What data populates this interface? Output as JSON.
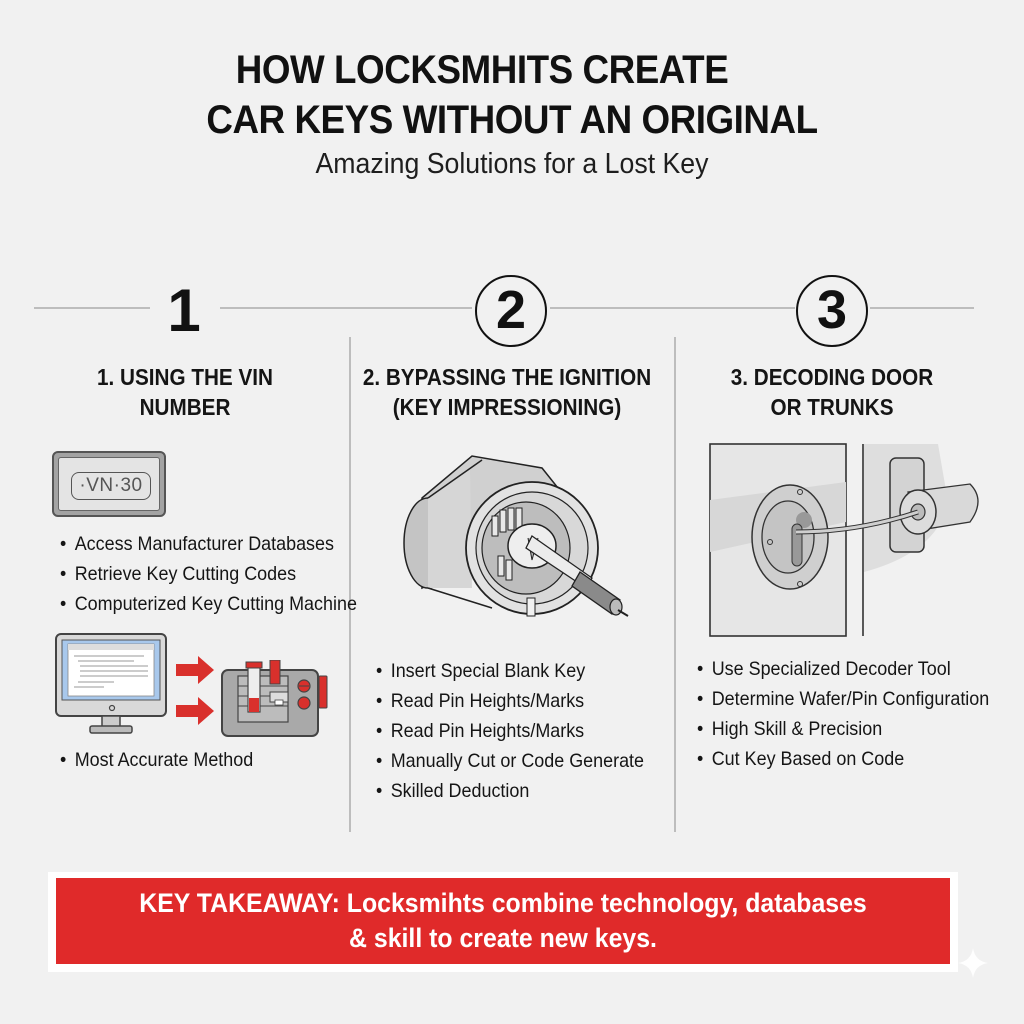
{
  "header": {
    "title_line1": "HOW LOCKSMHITS CREATE",
    "title_line2": "CAR KEYS WITHOUT AN ORIGINAL",
    "subtitle": "Amazing Solutions for a Lost Key"
  },
  "steps": [
    {
      "number": "1",
      "heading_line1": "1. USING THE VIN",
      "heading_line2": "NUMBER",
      "vin_plate_text": "·VN·30",
      "bullets": [
        "Access Manufacturer Databases",
        "Retrieve Key Cutting Codes",
        "Computerized Key Cutting Machine"
      ],
      "bullets_after_illustration": [
        "Most Accurate Method"
      ],
      "icons": [
        "vin-plate-icon",
        "computer-monitor-icon",
        "arrow-right-icon",
        "key-cutting-machine-icon"
      ]
    },
    {
      "number": "2",
      "heading_line1": "2. BYPASSING THE IGNITION",
      "heading_line2": "(KEY IMPRESSIONING)",
      "bullets": [
        "Insert Special Blank Key",
        "Read Pin Heights/Marks",
        "Read Pin Heights/Marks",
        "Manually Cut or Code Generate",
        "Skilled Deduction"
      ],
      "icons": [
        "ignition-cylinder-icon"
      ]
    },
    {
      "number": "3",
      "heading_line1": "3. DECODING DOOR",
      "heading_line2": "OR TRUNKS",
      "bullets": [
        "Use Specialized Decoder Tool",
        "Determine Wafer/Pin Configuration",
        "High Skill & Precision",
        "Cut Key Based on Code"
      ],
      "icons": [
        "door-lock-decoder-icon"
      ]
    }
  ],
  "takeaway": {
    "line1": "KEY TAKEAWAY: Locksmihts combine technology, databases",
    "line2": "& skill to create new keys."
  },
  "colors": {
    "background": "#f1f1f1",
    "accent_red": "#e02a2a",
    "text": "#151515",
    "divider": "#bdbdbd"
  }
}
